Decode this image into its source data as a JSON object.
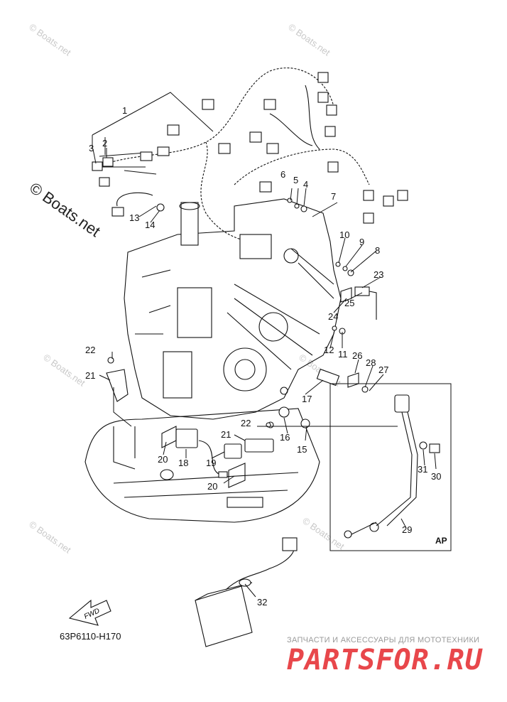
{
  "diagram": {
    "code": "63P6110-H170",
    "ap_label": "AP",
    "fwd_label": "FWD",
    "watermark": "© Boats.net",
    "watermark_small": "© Boats.net",
    "brand_sub": "ЗАПЧАСТИ И АКСЕССУАРЫ ДЛЯ МОТОТЕХНИКИ",
    "brand_main": "PARTSFOR.RU",
    "callouts": [
      "1",
      "2",
      "3",
      "4",
      "5",
      "6",
      "7",
      "8",
      "9",
      "10",
      "11",
      "12",
      "13",
      "14",
      "15",
      "16",
      "17",
      "18",
      "19",
      "20",
      "20",
      "21",
      "21",
      "22",
      "22",
      "23",
      "24",
      "25",
      "26",
      "27",
      "28",
      "29",
      "30",
      "31",
      "32"
    ]
  }
}
